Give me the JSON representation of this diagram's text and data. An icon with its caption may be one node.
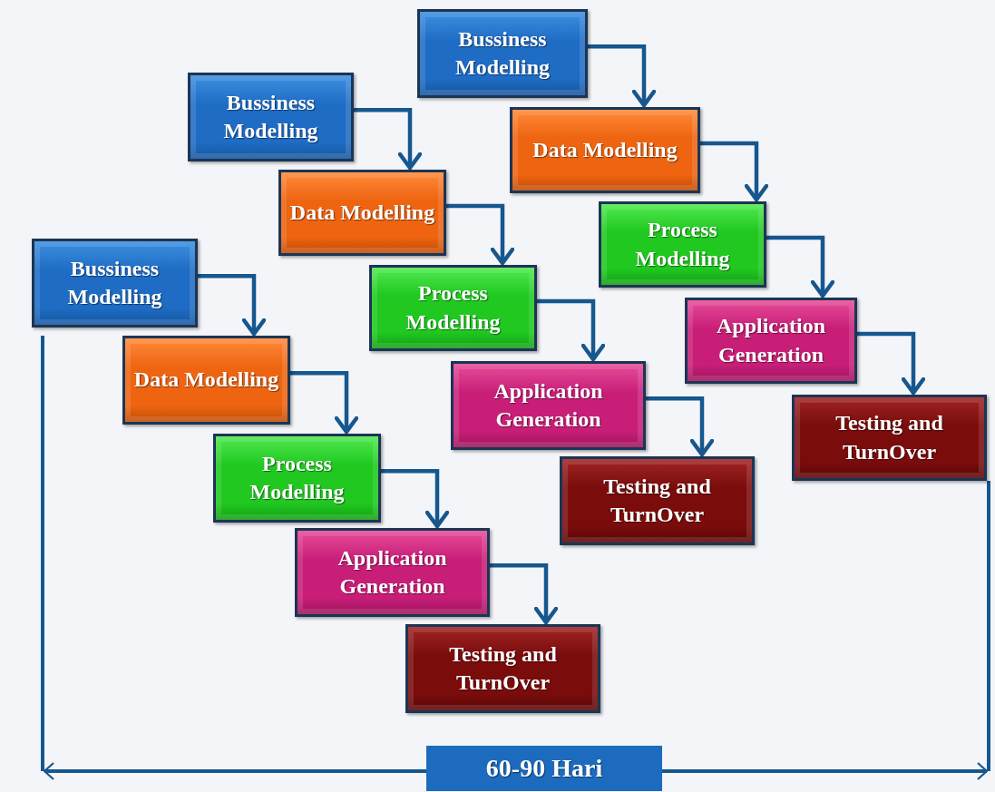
{
  "diagram": {
    "nodes": [
      {
        "text": [
          "Bussiness Modelling"
        ]
      },
      {
        "text": [
          "Data Modelling"
        ]
      },
      {
        "text": [
          "Process Modelling"
        ]
      },
      {
        "text": [
          "Application Generation"
        ]
      },
      {
        "text": [
          "Testing and TurnOver"
        ]
      },
      {
        "text": [
          "Bussiness Modelling"
        ]
      },
      {
        "text": [
          "Data Modelling"
        ]
      },
      {
        "text": [
          "Process Modelling"
        ]
      },
      {
        "text": [
          "Application Generation"
        ]
      },
      {
        "text": [
          "Testing and TurnOver"
        ]
      },
      {
        "text": [
          "Bussiness Modelling"
        ]
      },
      {
        "text": [
          "Data Modelling"
        ]
      },
      {
        "text": [
          "Process Modelling"
        ]
      },
      {
        "text": [
          "Application Generation"
        ]
      },
      {
        "text": [
          "Testing and TurnOver"
        ]
      },
      {
        "text": [
          "60-90 Hari"
        ]
      }
    ],
    "edges": [
      {
        "from": 0,
        "to": 1,
        "arrow": "to"
      },
      {
        "from": 1,
        "to": 2,
        "arrow": "to"
      },
      {
        "from": 2,
        "to": 3,
        "arrow": "to"
      },
      {
        "from": 3,
        "to": 4,
        "arrow": "to"
      },
      {
        "from": 5,
        "to": 6,
        "arrow": "to"
      },
      {
        "from": 6,
        "to": 7,
        "arrow": "to"
      },
      {
        "from": 7,
        "to": 8,
        "arrow": "to"
      },
      {
        "from": 8,
        "to": 9,
        "arrow": "to"
      },
      {
        "from": 10,
        "to": 11,
        "arrow": "to"
      },
      {
        "from": 11,
        "to": 12,
        "arrow": "to"
      },
      {
        "from": 12,
        "to": 13,
        "arrow": "to"
      },
      {
        "from": 13,
        "to": 14,
        "arrow": "to"
      }
    ]
  }
}
